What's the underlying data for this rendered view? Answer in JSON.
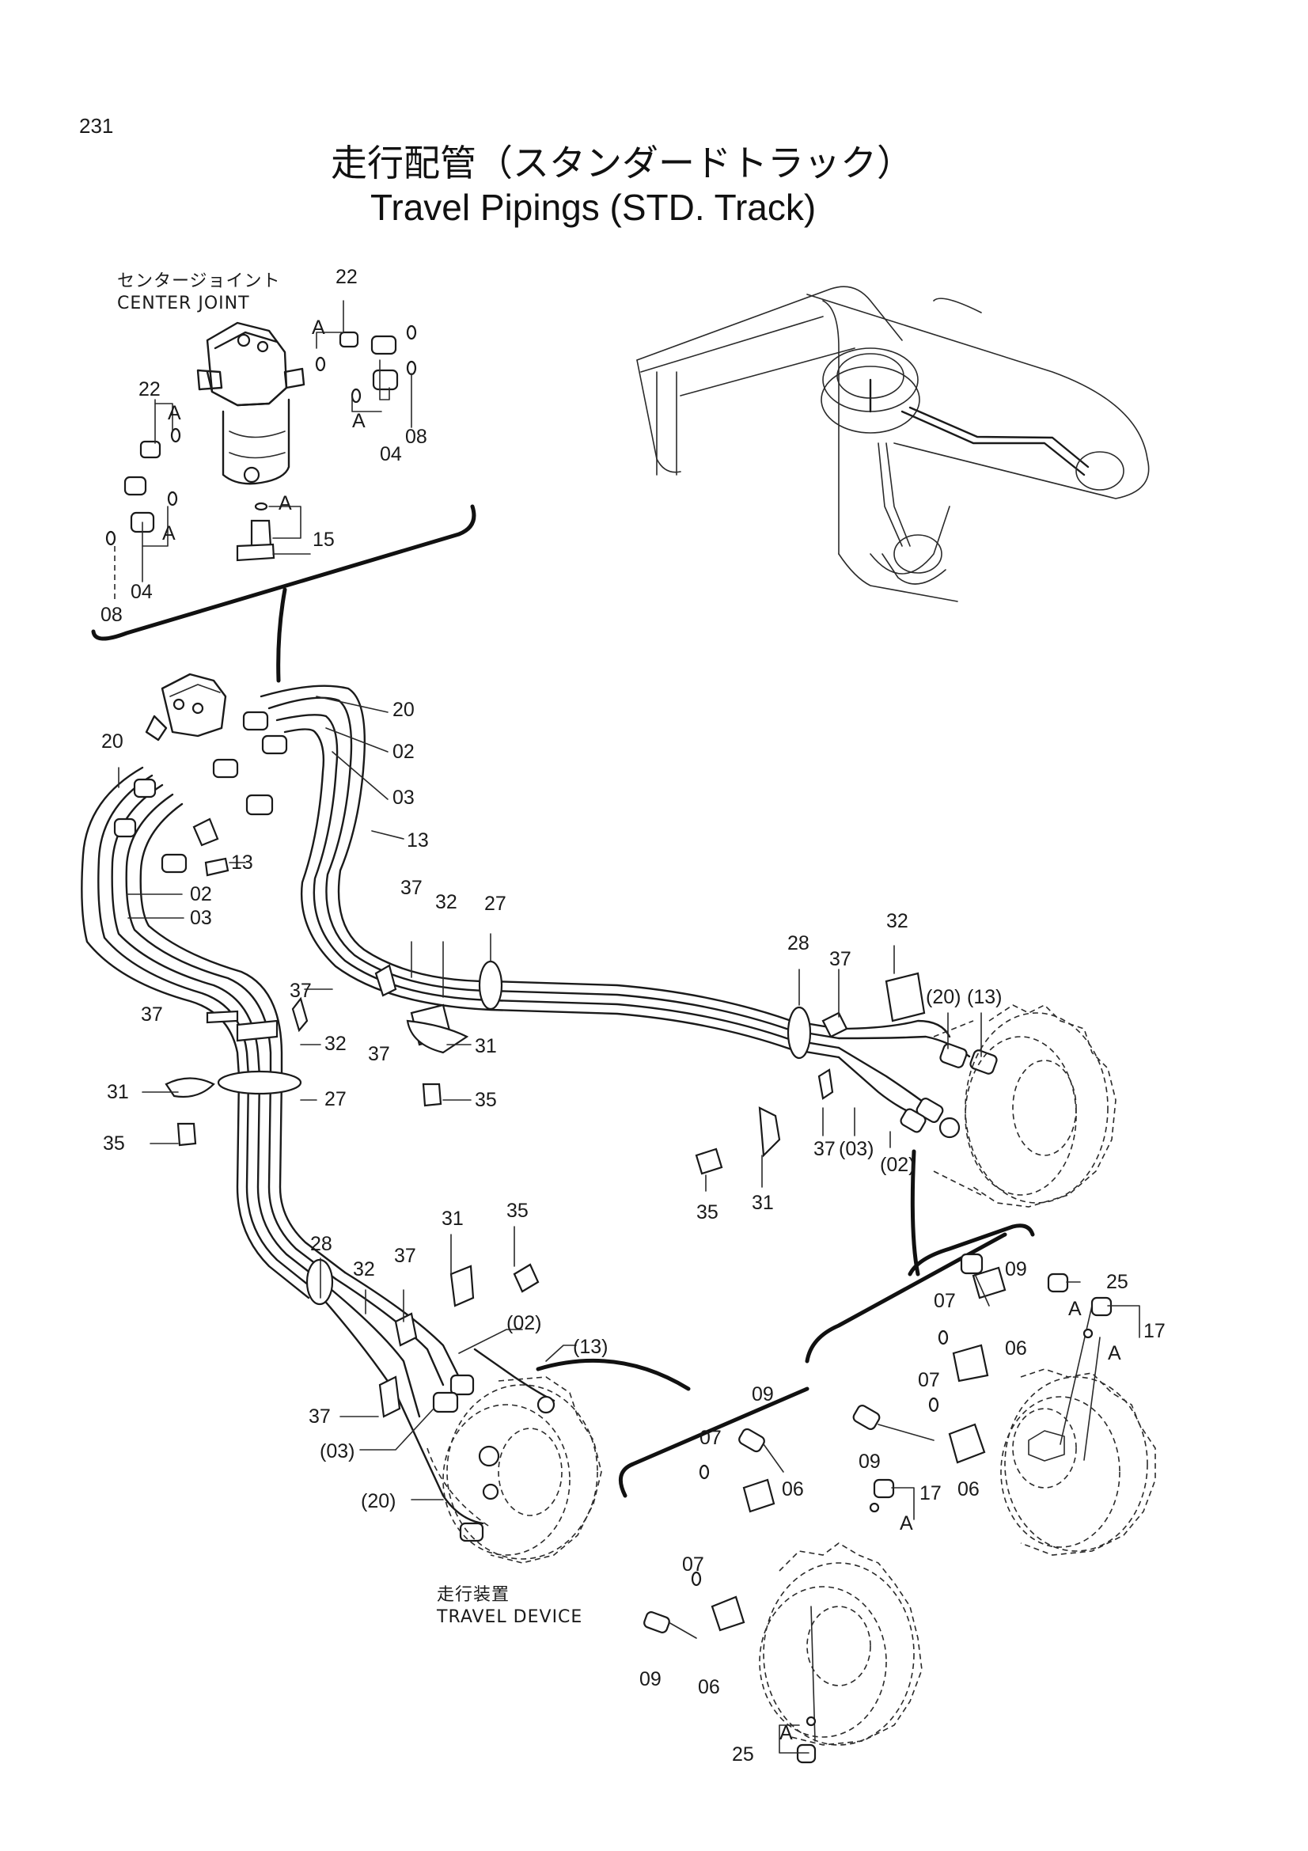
{
  "page_number": "231",
  "title_jp": "走行配管（スタンダードトラック）",
  "title_en": "Travel Pipings (STD. Track)",
  "labels": {
    "center_joint_jp": "センタージョイント",
    "center_joint_en": "CENTER JOINT",
    "travel_device_jp": "走行装置",
    "travel_device_en": "TRAVEL DEVICE"
  },
  "callouts": [
    "22",
    "A",
    "22",
    "A",
    "A",
    "04",
    "08",
    "A",
    "15",
    "A",
    "04",
    "08",
    "20",
    "02",
    "03",
    "13",
    "20",
    "13",
    "02",
    "03",
    "37",
    "32",
    "27",
    "37",
    "37",
    "32",
    "37",
    "31",
    "31",
    "27",
    "35",
    "35",
    "32",
    "28",
    "37",
    "(20)",
    "(13)",
    "37",
    "(03)",
    "(02)",
    "35",
    "31",
    "35",
    "31",
    "28",
    "32",
    "37",
    "(02)",
    "(13)",
    "37",
    "(03)",
    "(20)",
    "09",
    "25",
    "A",
    "07",
    "17",
    "A",
    "06",
    "07",
    "09",
    "06",
    "17",
    "A",
    "09",
    "07",
    "06",
    "07",
    "09",
    "06",
    "25",
    "A"
  ]
}
